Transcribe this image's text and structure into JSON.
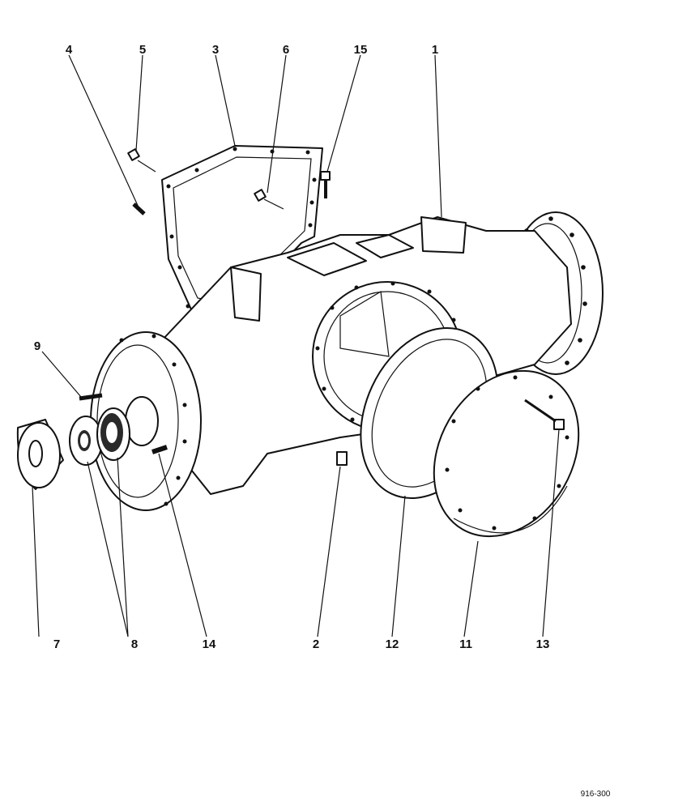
{
  "diagram": {
    "drawing_ref": "916-300",
    "labels": {
      "p1": "1",
      "p2": "2",
      "p3": "3",
      "p4": "4",
      "p5": "5",
      "p6": "6",
      "p7": "7",
      "p8": "8",
      "p9": "9",
      "p11": "11",
      "p12": "12",
      "p13": "13",
      "p14": "14",
      "p15": "15"
    }
  }
}
